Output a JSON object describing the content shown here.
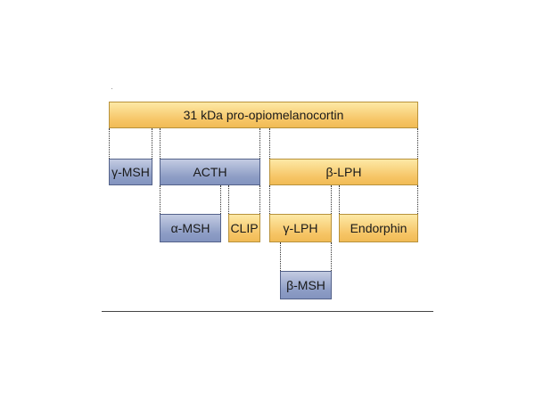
{
  "segments": {
    "pomc": "31 kDa pro-opiomelanocortin",
    "gamma_msh": "γ-MSH",
    "acth": "ACTH",
    "beta_lph": "β-LPH",
    "alpha_msh": "α-MSH",
    "clip": "CLIP",
    "gamma_lph": "γ-LPH",
    "endorphin": "Endorphin",
    "beta_msh": "β-MSH"
  },
  "colors": {
    "yellow_fill": "#f6c566",
    "blue_fill": "#8d9dc5",
    "yellow_border": "#b8923c",
    "blue_border": "#54628a"
  }
}
